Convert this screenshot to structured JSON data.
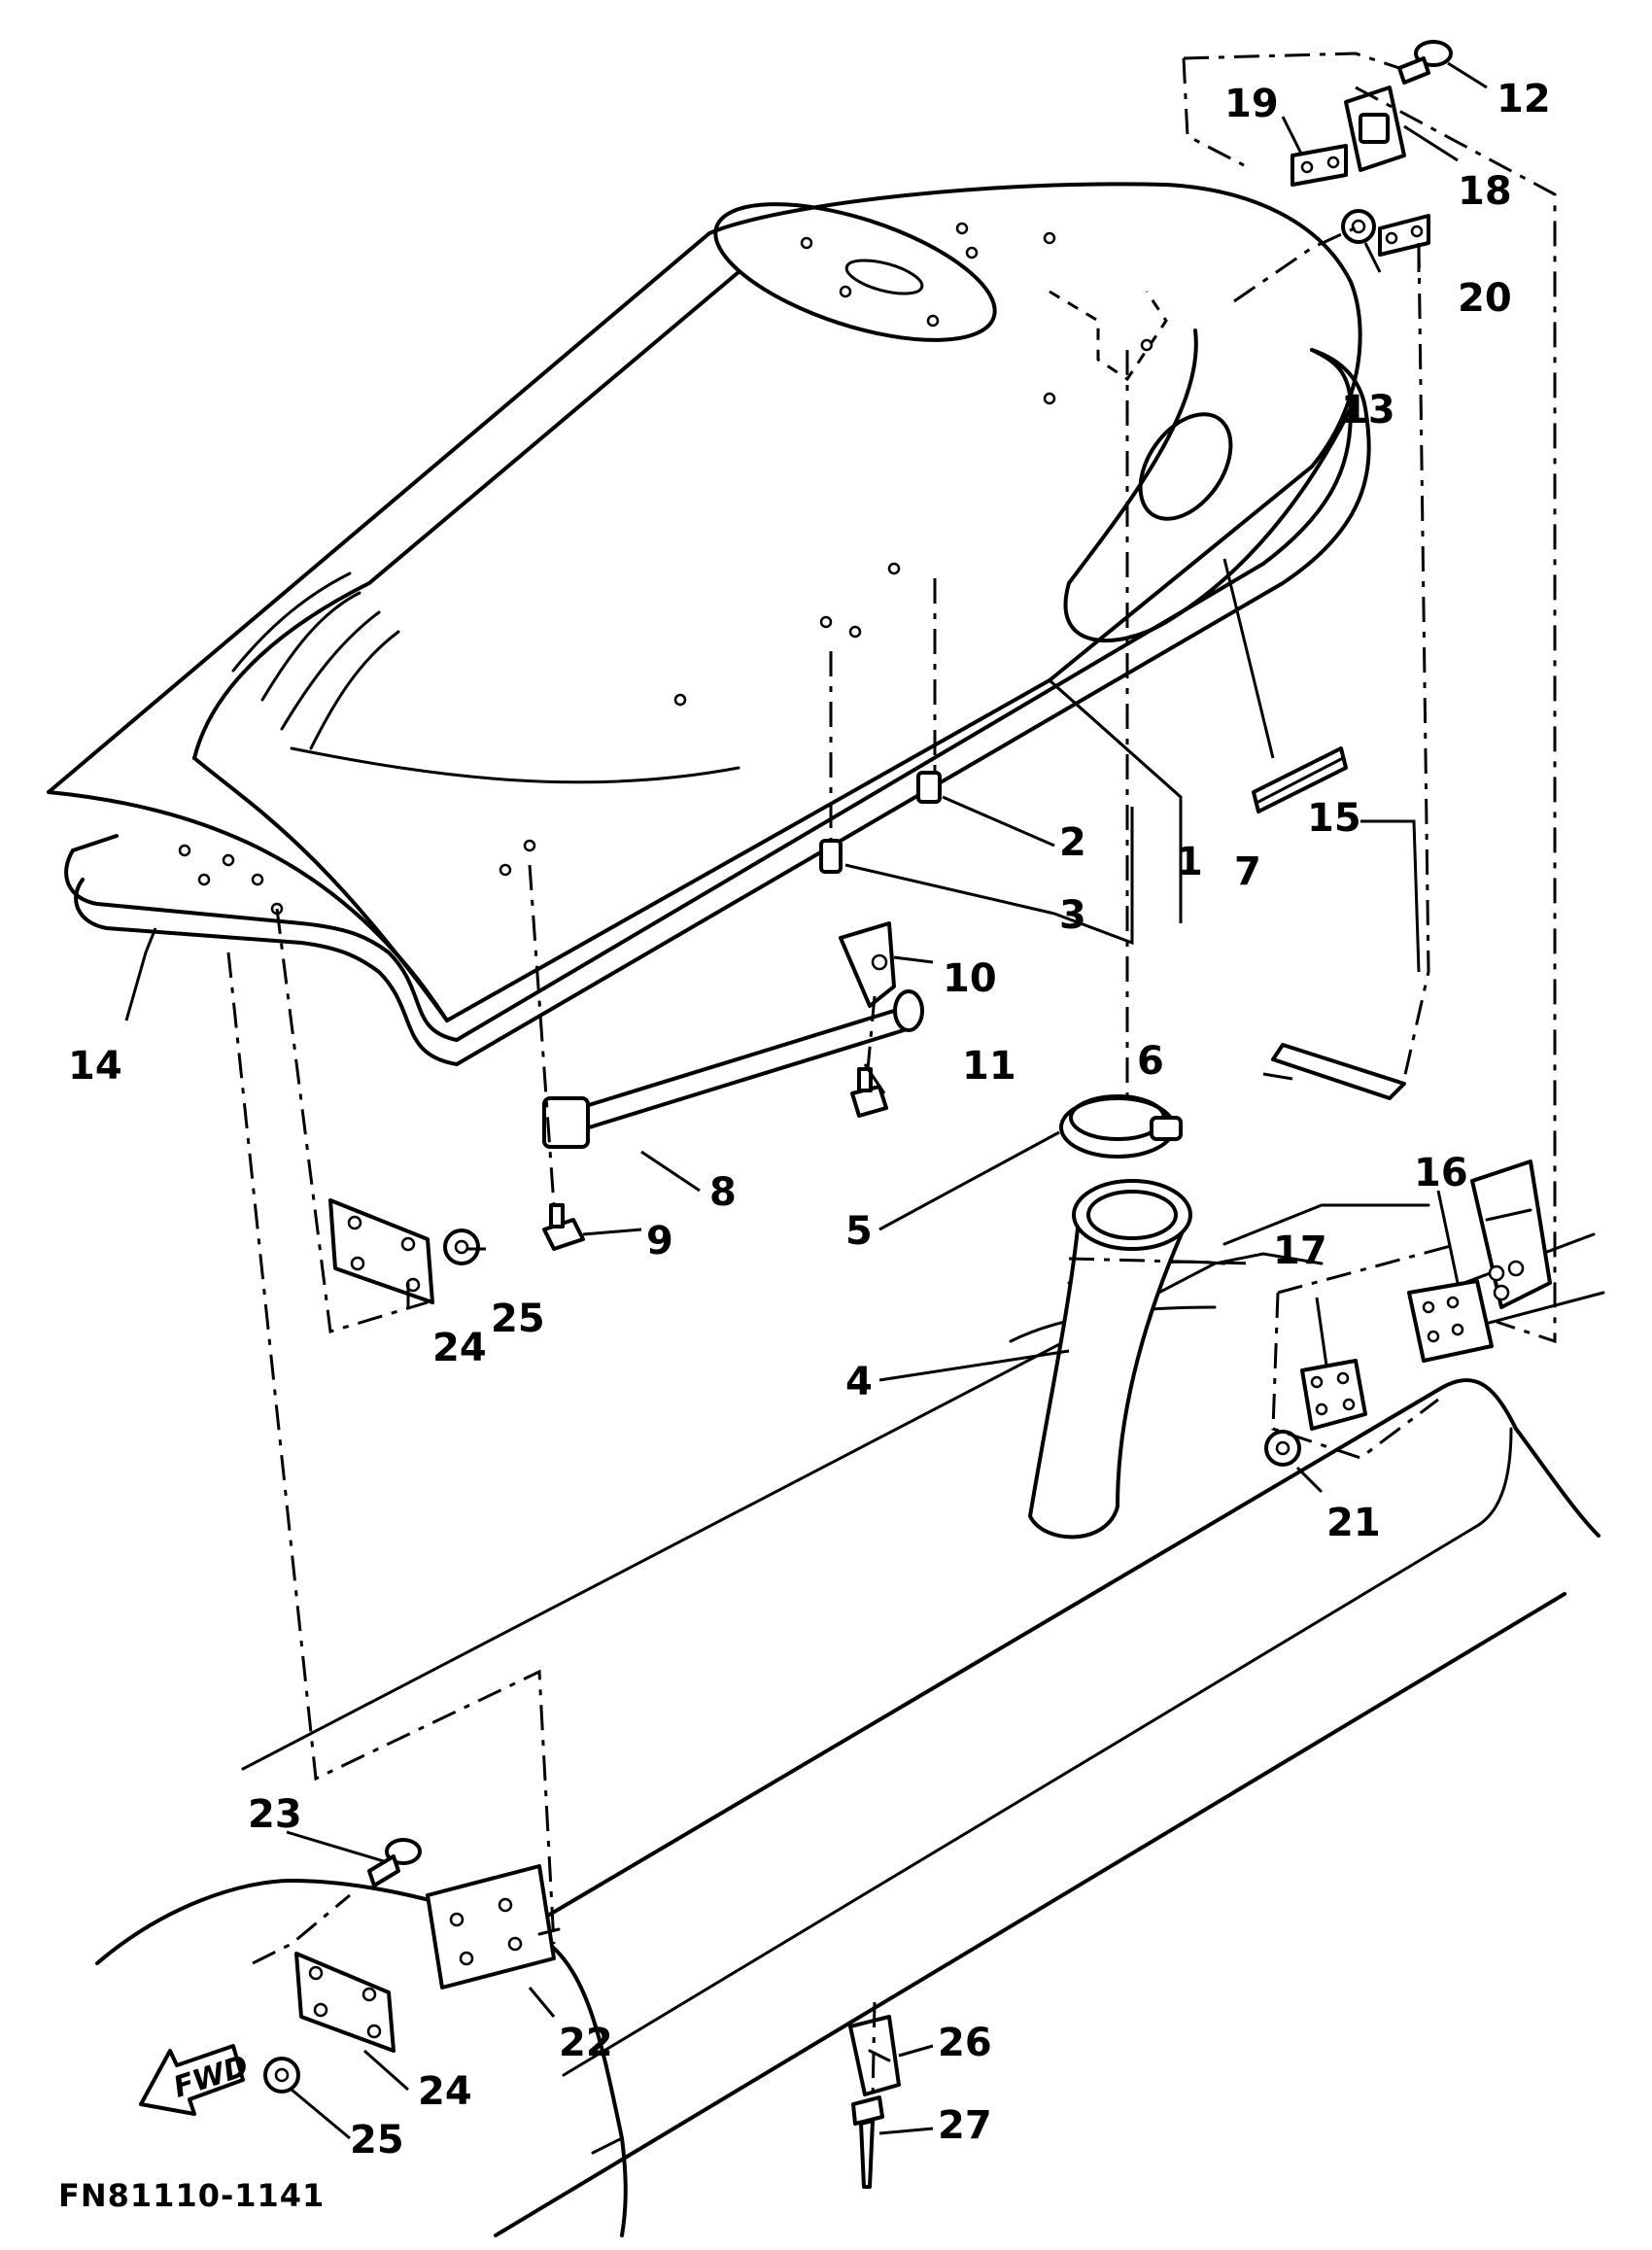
{
  "diagram": {
    "figure_code": "FN81110-1141",
    "fwd_label": "FWD",
    "callouts": [
      "1",
      "2",
      "3",
      "4",
      "5",
      "6",
      "7",
      "8",
      "9",
      "10",
      "11",
      "12",
      "13",
      "14",
      "15",
      "16",
      "17",
      "18",
      "19",
      "20",
      "21",
      "22",
      "23",
      "24",
      "24",
      "25",
      "25",
      "26",
      "27"
    ]
  }
}
